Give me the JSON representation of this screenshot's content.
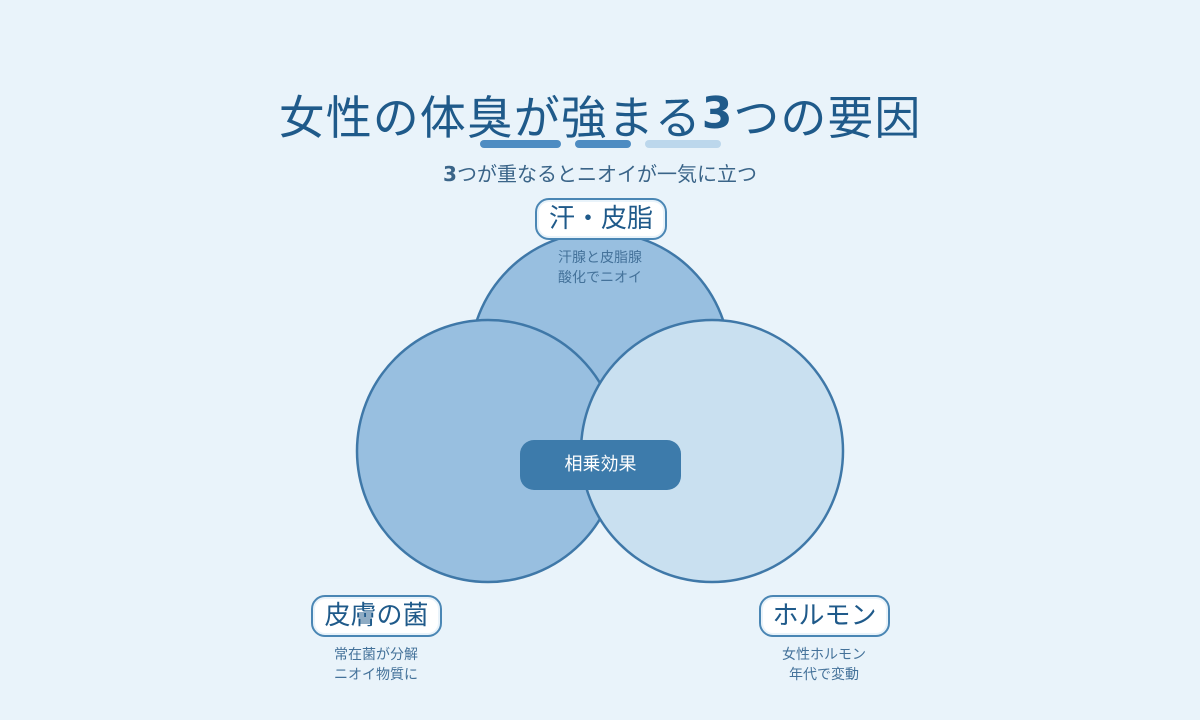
{
  "title": {
    "before": "女性の体臭が強まる",
    "number": "3",
    "after": "つの要因"
  },
  "subtitle": {
    "number": "3",
    "text": "つが重なるとニオイが一気に立つ"
  },
  "colors": {
    "background": "#e9f3fa",
    "title": "#1f5a8a",
    "circle_dark": "#98bfe0",
    "circle_light": "#c9e0f0",
    "stroke": "#3f78a8",
    "pill": "#3d7bab",
    "bar_1": "#4e8cc2",
    "bar_2": "#4e8cc2",
    "bar_3": "#bcd7ec"
  },
  "factors": {
    "top": {
      "label": "汗・皮脂",
      "desc_1": "汗腺と皮脂腺",
      "desc_2": "酸化でニオイ"
    },
    "left": {
      "label": "皮膚の菌",
      "desc_1": "常在菌が分解",
      "desc_2": "ニオイ物質に"
    },
    "right": {
      "label": "ホルモン",
      "desc_1": "女性ホルモン",
      "desc_2": "年代で変動"
    }
  },
  "center": {
    "label": "相乗効果"
  }
}
